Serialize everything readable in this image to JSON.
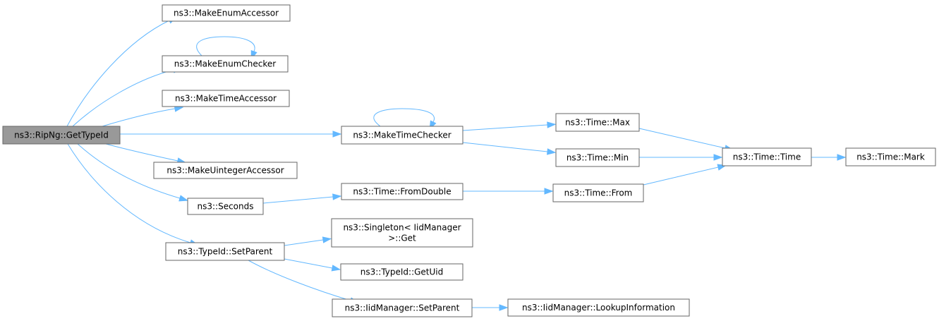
{
  "graph": {
    "nodes": {
      "gettypeid": {
        "lines": [
          "ns3::RipNg::GetTypeId"
        ],
        "root": true
      },
      "make_enum_accessor": {
        "lines": [
          "ns3::MakeEnumAccessor"
        ]
      },
      "make_enum_checker": {
        "lines": [
          "ns3::MakeEnumChecker"
        ]
      },
      "make_time_accessor": {
        "lines": [
          "ns3::MakeTimeAccessor"
        ]
      },
      "make_time_checker": {
        "lines": [
          "ns3::MakeTimeChecker"
        ]
      },
      "make_uinteger_accessor": {
        "lines": [
          "ns3::MakeUintegerAccessor"
        ]
      },
      "seconds": {
        "lines": [
          "ns3::Seconds"
        ]
      },
      "typeid_setparent": {
        "lines": [
          "ns3::TypeId::SetParent"
        ]
      },
      "time_max": {
        "lines": [
          "ns3::Time::Max"
        ]
      },
      "time_min": {
        "lines": [
          "ns3::Time::Min"
        ]
      },
      "time_fromdouble": {
        "lines": [
          "ns3::Time::FromDouble"
        ]
      },
      "time_from": {
        "lines": [
          "ns3::Time::From"
        ]
      },
      "time_time": {
        "lines": [
          "ns3::Time::Time"
        ]
      },
      "time_mark": {
        "lines": [
          "ns3::Time::Mark"
        ]
      },
      "singleton_get": {
        "lines": [
          "ns3::Singleton< IidManager",
          ">::Get"
        ]
      },
      "typeid_getuid": {
        "lines": [
          "ns3::TypeId::GetUid"
        ]
      },
      "iidmanager_setparent": {
        "lines": [
          "ns3::IidManager::SetParent"
        ]
      },
      "iidmanager_lookup": {
        "lines": [
          "ns3::IidManager::LookupInformation"
        ]
      }
    },
    "edges": [
      {
        "from": "gettypeid",
        "to": "make_enum_accessor"
      },
      {
        "from": "gettypeid",
        "to": "make_enum_checker"
      },
      {
        "from": "make_enum_checker",
        "to": "make_enum_checker"
      },
      {
        "from": "gettypeid",
        "to": "make_time_accessor"
      },
      {
        "from": "gettypeid",
        "to": "make_time_checker"
      },
      {
        "from": "make_time_checker",
        "to": "make_time_checker"
      },
      {
        "from": "gettypeid",
        "to": "make_uinteger_accessor"
      },
      {
        "from": "gettypeid",
        "to": "seconds"
      },
      {
        "from": "gettypeid",
        "to": "typeid_setparent"
      },
      {
        "from": "make_time_checker",
        "to": "time_max"
      },
      {
        "from": "make_time_checker",
        "to": "time_min"
      },
      {
        "from": "time_max",
        "to": "time_time"
      },
      {
        "from": "time_min",
        "to": "time_time"
      },
      {
        "from": "time_time",
        "to": "time_mark"
      },
      {
        "from": "seconds",
        "to": "time_fromdouble"
      },
      {
        "from": "time_fromdouble",
        "to": "time_from"
      },
      {
        "from": "time_from",
        "to": "time_time"
      },
      {
        "from": "typeid_setparent",
        "to": "singleton_get"
      },
      {
        "from": "typeid_setparent",
        "to": "typeid_getuid"
      },
      {
        "from": "typeid_setparent",
        "to": "iidmanager_setparent"
      },
      {
        "from": "iidmanager_setparent",
        "to": "iidmanager_lookup"
      }
    ],
    "colors": {
      "edge": "#63b8ff",
      "node_border": "#666666",
      "node_fill": "#ffffff",
      "root_fill": "#999999"
    }
  }
}
